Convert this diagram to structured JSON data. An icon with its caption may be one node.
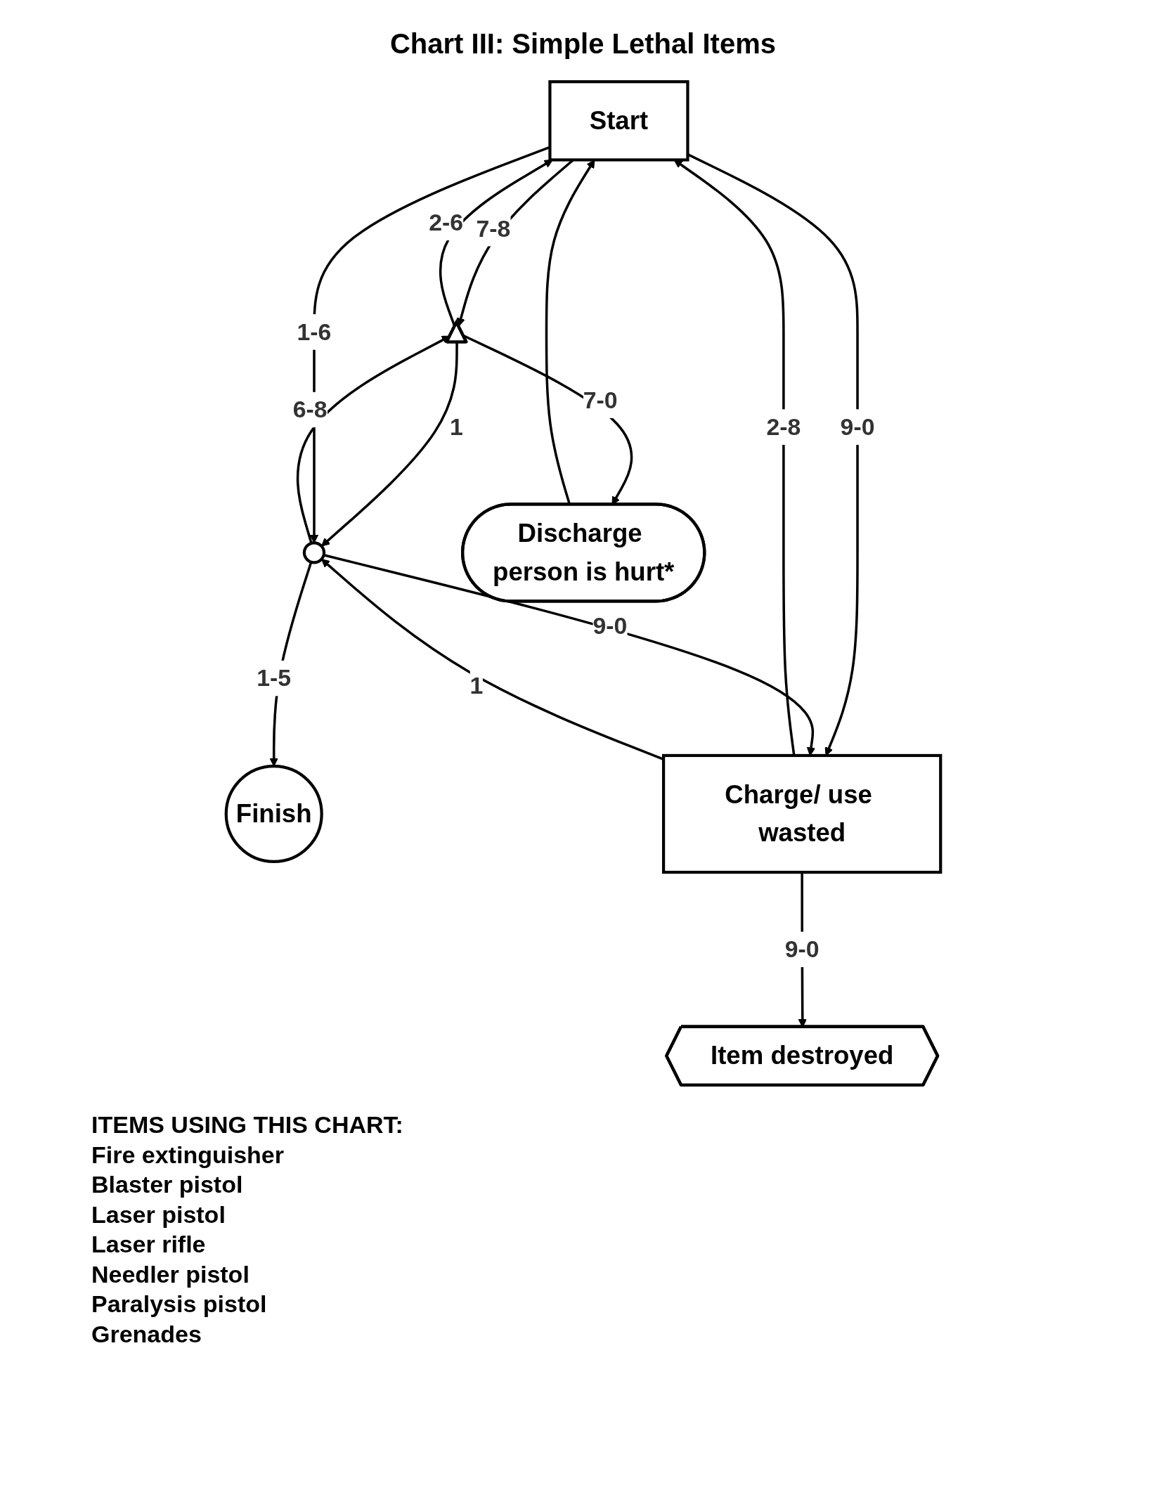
{
  "diagram": {
    "title": "Chart III: Simple Lethal Items",
    "nodes": [
      {
        "text": [
          "Start"
        ]
      },
      {
        "text": [],
        "shape": "triangle"
      },
      {
        "text": [],
        "shape": "circle"
      },
      {
        "text": [
          "Discharge person is hurt*"
        ]
      },
      {
        "text": [
          "Finish"
        ]
      },
      {
        "text": [
          "Charge/ use wasted"
        ]
      },
      {
        "text": [
          "Item destroyed"
        ]
      }
    ],
    "edges": [
      {
        "from": 0,
        "to": 1,
        "arrow": "to",
        "label": "7-8"
      },
      {
        "from": 1,
        "to": 0,
        "arrow": "to",
        "label": "2-6"
      },
      {
        "from": 1,
        "to": 3,
        "arrow": "to",
        "label": "7-0"
      },
      {
        "from": 1,
        "to": 2,
        "arrow": "to",
        "label": "1"
      },
      {
        "from": 2,
        "to": 1,
        "arrow": "to",
        "label": "6-8"
      },
      {
        "from": 0,
        "to": 2,
        "arrow": "to",
        "label": "1-6"
      },
      {
        "from": 2,
        "to": 4,
        "arrow": "to",
        "label": "1-5"
      },
      {
        "from": 0,
        "to": 5,
        "arrow": "to",
        "label": "9-0"
      },
      {
        "from": 5,
        "to": 0,
        "arrow": "to",
        "label": "2-8"
      },
      {
        "from": 5,
        "to": 2,
        "arrow": "to",
        "label": "1"
      },
      {
        "from": 2,
        "to": 5,
        "arrow": "to",
        "label": "9-0"
      },
      {
        "from": 5,
        "to": 6,
        "arrow": "to",
        "label": "9-0"
      },
      {
        "from": 3,
        "to": 0,
        "arrow": "to"
      }
    ],
    "labels": [
      "ITEMS USING THIS CHART:",
      "Fire extinguisher",
      "Blaster pistol",
      "Laser pistol",
      "Laser rifle",
      "Needler pistol",
      "Paralysis pistol",
      "Grenades"
    ]
  }
}
